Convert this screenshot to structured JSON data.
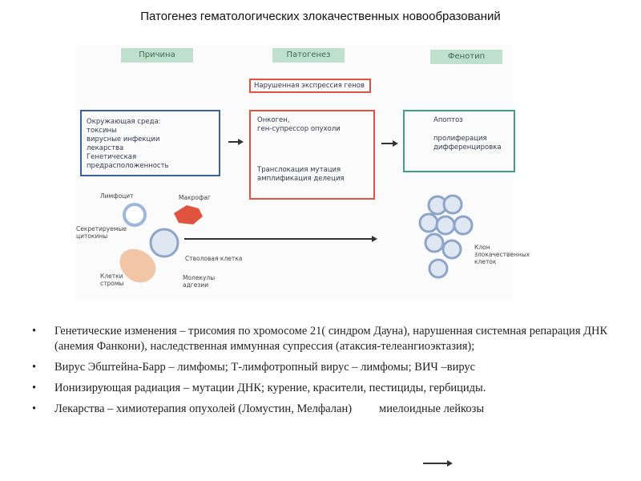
{
  "title": "Патогенез гематологических злокачественных новообразований",
  "figure": {
    "headers": {
      "cause": "Причина",
      "pathogenesis": "Патогенез",
      "phenotype": "Фенотип"
    },
    "expression_box": "Нарушенная экспрессия генов",
    "cause_box": {
      "line1": "Окружающая среда:",
      "line2": "токсины",
      "line3": "вирусные инфекции",
      "line4": "лекарства",
      "line5": "Генетическая предрасположенность"
    },
    "pathogenesis_box": {
      "line1": "Онкоген,",
      "line2": "ген-супрессор опухоли",
      "line3": "Транслокация мутация",
      "line4": "амплификация делеция"
    },
    "phenotype_box": {
      "line1": "Апоптоз",
      "line2": "пролиферация",
      "line3": "дифференцировка"
    },
    "cells": {
      "lymphocyte": "Лимфоцит",
      "macrophage": "Макрофаг",
      "cytokines": "Секретируемые цитокины",
      "stem_cell": "Стволовая клетка",
      "stromal": "Клетки стромы",
      "adhesion": "Молекулы адгезии",
      "clone": "Клон злокачественных клеток"
    }
  },
  "bullets": [
    "Генетические изменения – трисомия по хромосоме 21( синдром Дауна), нарушенная системная репарация ДНК (анемия Фанкони), наследственная иммунная супрессия (атаксия-телеангиоэктазия);",
    "Вирус Эбштейна-Барр – лимфомы; Т-лимфотропный вирус – лимфомы; ВИЧ –вирус",
    "Ионизирующая радиация – мутации ДНК; курение, красители, пестициды, гербициды."
  ],
  "last_bullet": {
    "left": "Лекарства – химиотерапия опухолей (Ломустин, Мелфалан)",
    "right": "миелоидные лейкозы"
  },
  "bullet_char": "•"
}
